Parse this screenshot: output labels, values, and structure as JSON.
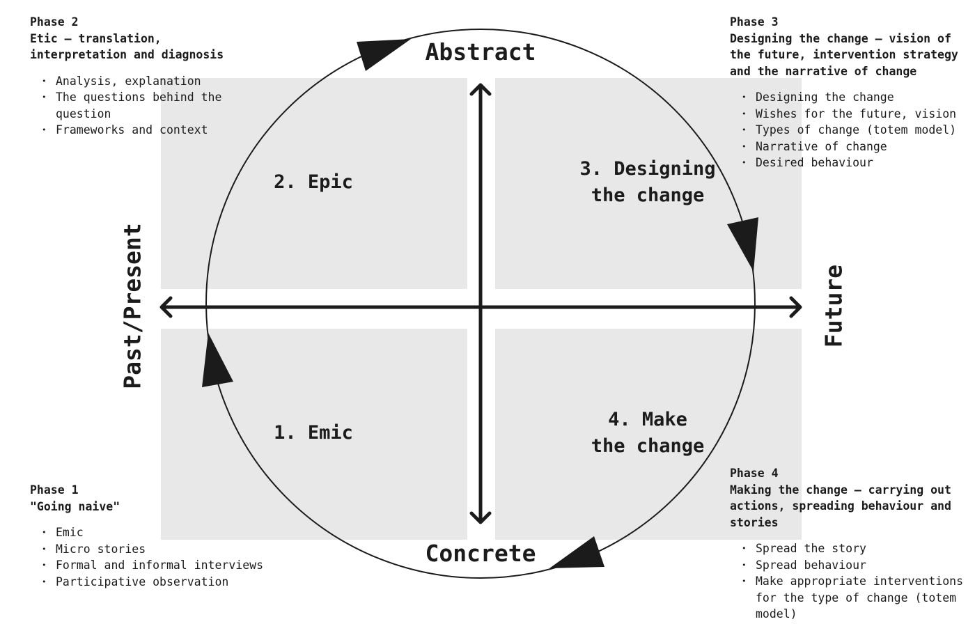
{
  "axes": {
    "top": "Abstract",
    "bottom": "Concrete",
    "left": "Past/Present",
    "right": "Future"
  },
  "quadrants": {
    "top_left": {
      "title_lines": [
        "2. Epic"
      ]
    },
    "top_right": {
      "title_lines": [
        "3. Designing",
        "the change"
      ]
    },
    "bottom_left": {
      "title_lines": [
        "1. Emic"
      ]
    },
    "bottom_right": {
      "title_lines": [
        "4. Make",
        "the change"
      ]
    }
  },
  "phases": {
    "phase1": {
      "number": "Phase 1",
      "title": "\"Going naive\"",
      "items": [
        "Emic",
        "Micro stories",
        "Formal and informal interviews",
        "Participative observation"
      ]
    },
    "phase2": {
      "number": "Phase 2",
      "title": "Etic – translation, interpretation and diagnosis",
      "items": [
        "Analysis, explanation",
        "The questions behind the question",
        "Frameworks and context"
      ]
    },
    "phase3": {
      "number": "Phase 3",
      "title": "Designing the change – vision of the future, intervention strategy and the narrative of change",
      "items": [
        "Designing the change",
        "Wishes for the future, vision",
        "Types of change (totem model)",
        "Narrative of change",
        "Desired behaviour"
      ]
    },
    "phase4": {
      "number": "Phase 4",
      "title": "Making the change – carrying out actions, spreading behaviour and stories",
      "items": [
        "Spread the story",
        "Spread behaviour",
        "Make appropriate interventions for the type of change (totem model)"
      ]
    }
  },
  "colors": {
    "ink": "#1b1b1b",
    "quadrant_fill": "#e8e8e8",
    "background": "#ffffff"
  },
  "icons": {
    "cycle_arrowheads": "triangle-arrowhead",
    "axis_arrows": "chevron-arrowhead"
  }
}
